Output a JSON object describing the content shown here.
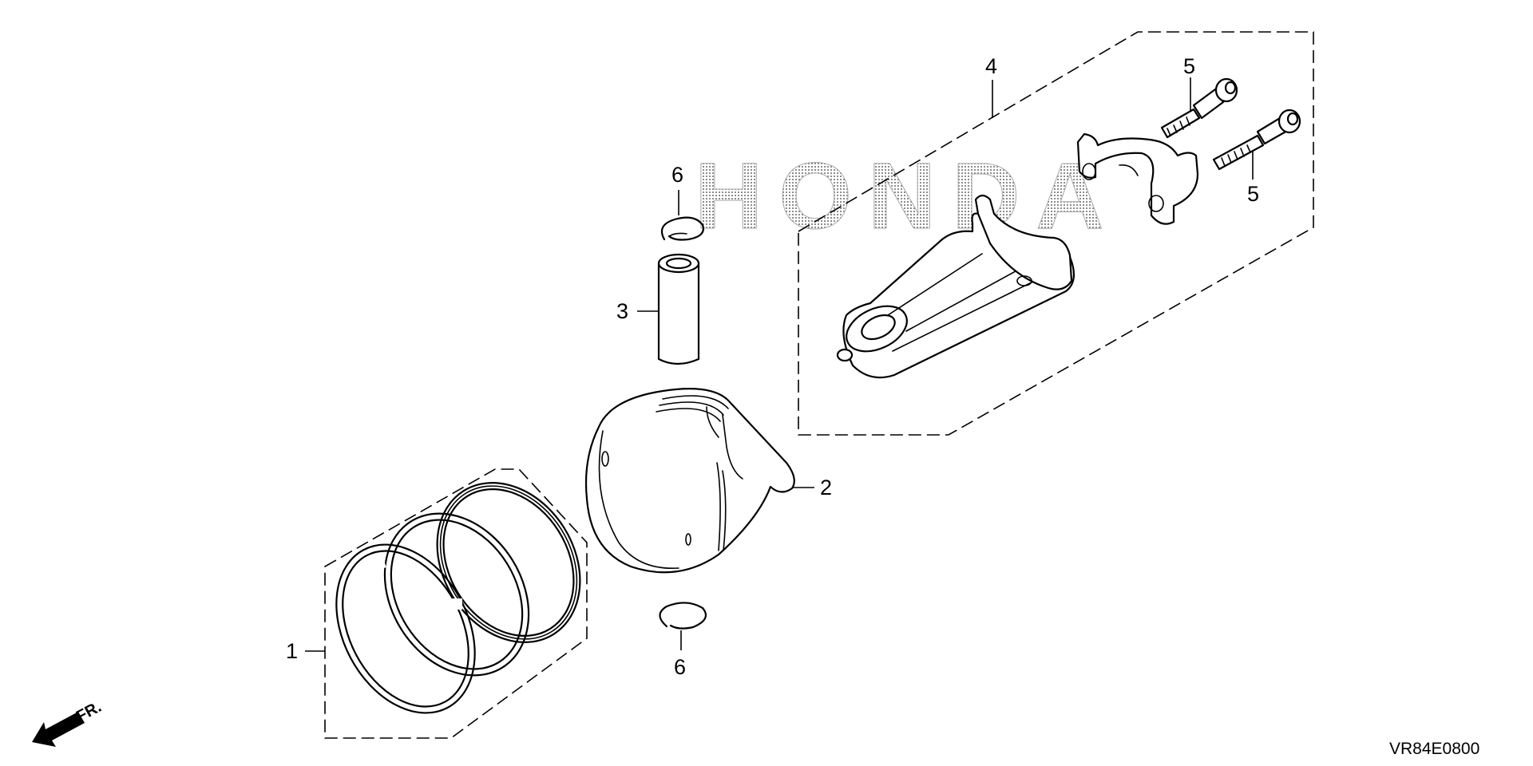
{
  "watermark": {
    "text": "HONDA",
    "color": "#9a9a9a"
  },
  "callouts": {
    "ring_set": "1",
    "piston": "2",
    "piston_pin": "3",
    "connecting_rod": "4",
    "bolt_upper": "5",
    "bolt_lower": "5",
    "clip_upper": "6",
    "clip_lower": "6"
  },
  "direction_label": "FR.",
  "diagram_code": "VR84E0800",
  "icons": {
    "front_arrow": "front-direction-arrow-icon"
  }
}
